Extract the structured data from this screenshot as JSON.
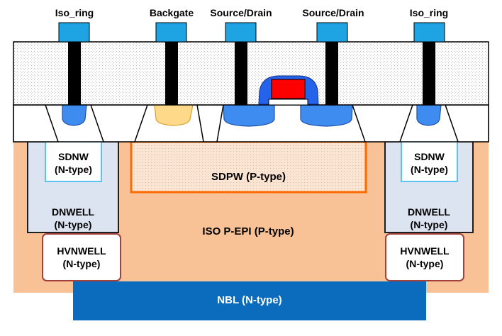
{
  "terminals": {
    "iso_ring_left": "Iso_ring",
    "backgate": "Backgate",
    "source_drain_left": "Source/Drain",
    "source_drain_right": "Source/Drain",
    "iso_ring_right": "Iso_ring"
  },
  "regions": {
    "sdnw": [
      "SDNW",
      "(N-type)"
    ],
    "dnwell": [
      "DNWELL",
      "(N-type)"
    ],
    "hvnwell": [
      "HVNWELL",
      "(N-type)"
    ],
    "sdpw": "SDPW (P-type)",
    "iso_pepi": "ISO P-EPI (P-type)",
    "nbl": "NBL (N-type)"
  },
  "colors": {
    "epi": "#f8c196",
    "sdpw_fill": "#fbe5d4",
    "sdpw_border": "#ff6a00",
    "well_fill": "#dbe4f0",
    "well_border": "#1f1f1f",
    "sdnw_border": "#59c3ee",
    "hvnwell_border": "#a3403c",
    "nbl": "#0b6bbd",
    "contact_pad": "#1fa4e3",
    "nplus": "#3f8cf0",
    "pplus": "#ffd98a",
    "gate_poly": "#ff0000",
    "spacer": "#2563eb"
  }
}
